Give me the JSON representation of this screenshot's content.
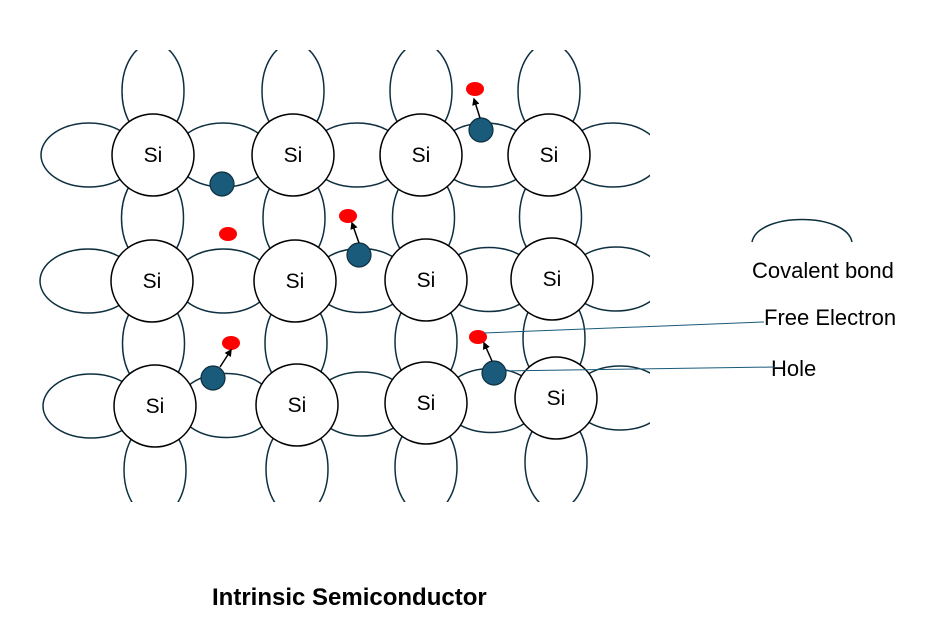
{
  "diagram": {
    "title": "Intrinsic Semiconductor",
    "atom_label": "Si",
    "atom_count": 12,
    "legend": {
      "covalent_bond": "Covalent bond",
      "free_electron": "Free Electron",
      "hole": "Hole"
    },
    "colors": {
      "bond": "#0d2f3f",
      "hole": "#1a5a7a",
      "electron": "#ff0000",
      "atom_fill": "#ffffff",
      "atom_stroke": "#000000"
    }
  }
}
